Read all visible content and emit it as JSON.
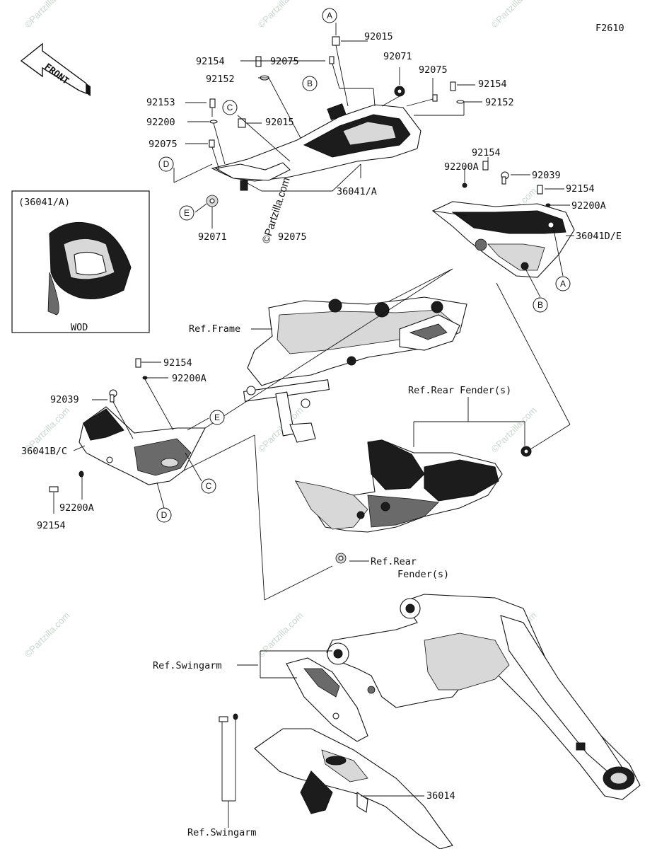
{
  "figure_code": "F2610",
  "front_label": "FRONT",
  "watermark_text": "©Partzilla.com",
  "inset": {
    "title": "(36041/A)",
    "caption": "WOD"
  },
  "callout_letters": [
    "A",
    "B",
    "C",
    "D",
    "E"
  ],
  "parts": {
    "p92015": "92015",
    "p92071": "92071",
    "p92075": "92075",
    "p92154": "92154",
    "p92152": "92152",
    "p92153": "92153",
    "p92200": "92200",
    "p92200A": "92200A",
    "p92039": "92039",
    "p36041A": "36041/A",
    "p36041DE": "36041D/E",
    "p36041BC": "36041B/C",
    "p36014": "36014"
  },
  "refs": {
    "frame": "Ref.Frame",
    "rear_fenders_top": "Ref.Rear Fender(s)",
    "rear_fender_line1": "Ref.Rear",
    "rear_fender_line2": "Fender(s)",
    "swingarm": "Ref.Swingarm"
  },
  "colors": {
    "ink": "#111111",
    "watermark": "#c9d6cf",
    "paper": "#ffffff"
  }
}
